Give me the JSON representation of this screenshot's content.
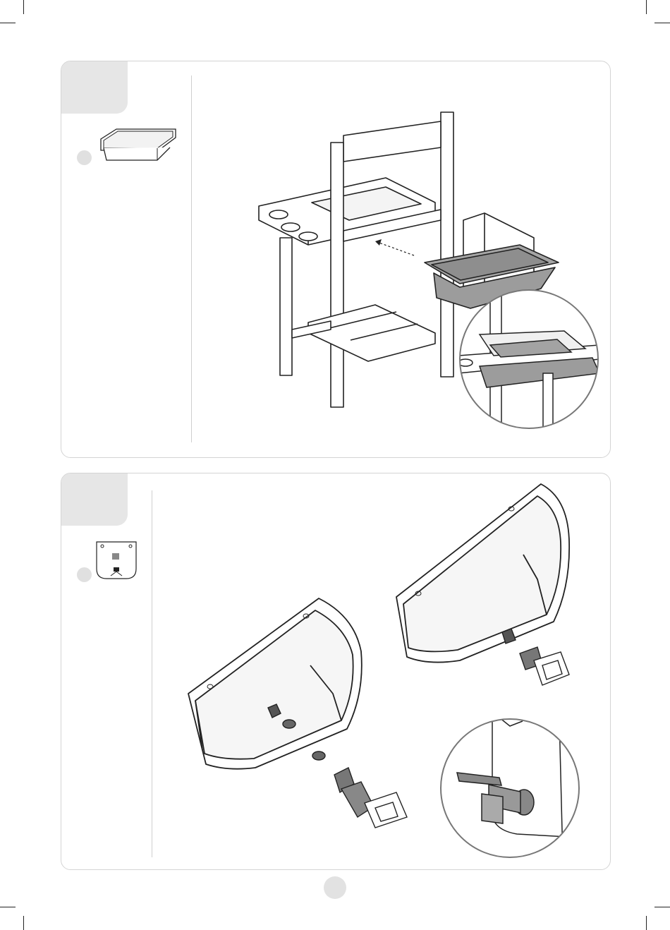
{
  "steps": [
    {
      "part": "plastic-tray",
      "illustration": "tray-slides-into-frame-under-worktop",
      "detail": "tray-seated-under-top-opening"
    },
    {
      "part": "water-tank-with-tap",
      "illustration": "tap-mounted-through-tank-wall",
      "detail": "tap-closeup"
    }
  ],
  "colors": {
    "panel_border": "#d4d4d4",
    "tab": "#e6e6e6",
    "part_gray": "#9a9a9a",
    "line": "#222222"
  }
}
